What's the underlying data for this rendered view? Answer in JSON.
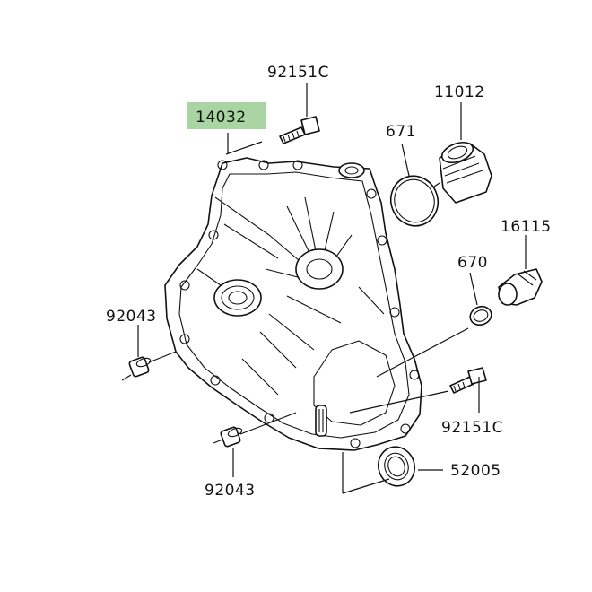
{
  "diagram": {
    "highlight_color": "#a8d5a2",
    "labels": {
      "bolt_top": "92151C",
      "cover": "14032",
      "oring_large": "671",
      "cap_large": "11012",
      "oring_small": "670",
      "plug": "16115",
      "dowel_left": "92043",
      "bolt_right": "92151C",
      "dowel_bottom": "92043",
      "seal": "52005"
    }
  }
}
